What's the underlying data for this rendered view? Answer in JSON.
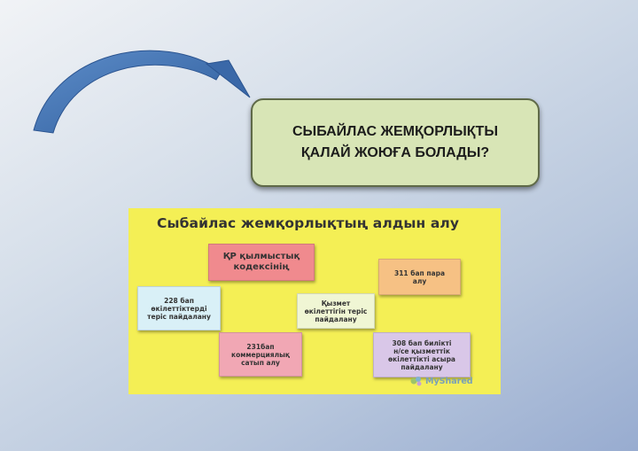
{
  "question": {
    "line1": "СЫБАЙЛАС ЖЕМҚОРЛЫҚТЫ",
    "line2": "ҚАЛАЙ ЖОЮҒА БОЛАДЫ?"
  },
  "slide": {
    "title": "Сыбайлас жемқорлықтың алдын алу",
    "boxes": [
      {
        "lines": [
          "ҚР қылмыстық",
          "кодексінің"
        ],
        "color": "#f08a8e"
      },
      {
        "lines": [
          "311 бап пара",
          "алу"
        ],
        "color": "#f6c184"
      },
      {
        "lines": [
          "228 бап",
          "өкілеттіктерді",
          "теріс пайдалану"
        ],
        "color": "#d9f0f7"
      },
      {
        "lines": [
          "Қызмет",
          "өкілеттігін теріс",
          "пайдалану"
        ],
        "color": "#f0f6d4"
      },
      {
        "lines": [
          "231бап",
          "коммерциялық",
          "сатып алу"
        ],
        "color": "#f1a7b4"
      },
      {
        "lines": [
          "308 бап билікті",
          "н/се қызметтік",
          "өкілеттікті асыра",
          "пайдалану"
        ],
        "color": "#d9c7e8"
      }
    ],
    "watermark": "MyShared"
  },
  "colors": {
    "arrow": "#3f6fae",
    "question_bg": "#d8e5b6",
    "slide_bg": "#f4ef55"
  }
}
